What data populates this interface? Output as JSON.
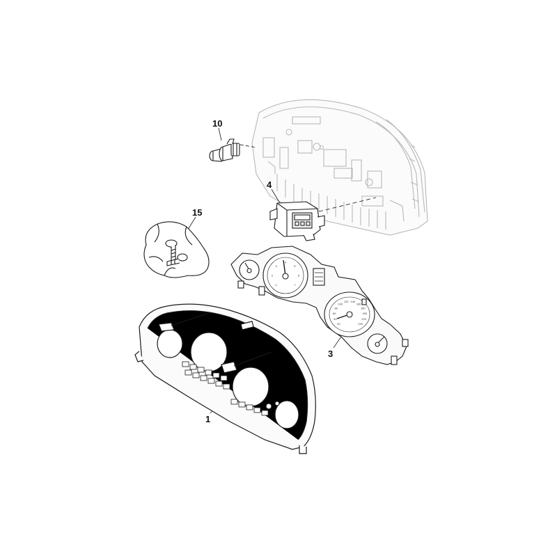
{
  "diagram": {
    "colors": {
      "line": "#1a1a1a",
      "faint": "#c8c8c8",
      "fill": "#f6f6f6"
    },
    "callouts": [
      {
        "id": "c10",
        "label": "10"
      },
      {
        "id": "c4",
        "label": "4"
      },
      {
        "id": "c15",
        "label": "15"
      },
      {
        "id": "c3",
        "label": "3"
      },
      {
        "id": "c1",
        "label": "1"
      }
    ],
    "parts": [
      {
        "id": "p10",
        "icon": "bulb-holder-icon"
      },
      {
        "id": "p4",
        "icon": "display-module-icon"
      },
      {
        "id": "p15",
        "icon": "screw-kit-bag-icon"
      },
      {
        "id": "p3",
        "icon": "dial-face-plate-icon"
      },
      {
        "id": "p1",
        "icon": "instrument-housing-icon"
      },
      {
        "id": "rear",
        "icon": "rear-casing-icon"
      }
    ],
    "speedo_ticks": [
      "20",
      "40",
      "60",
      "80",
      "100",
      "120",
      "140",
      "160",
      "180",
      "200",
      "220",
      "240"
    ],
    "tacho_ticks": [
      "1",
      "2",
      "3",
      "4",
      "5",
      "6",
      "7"
    ]
  }
}
